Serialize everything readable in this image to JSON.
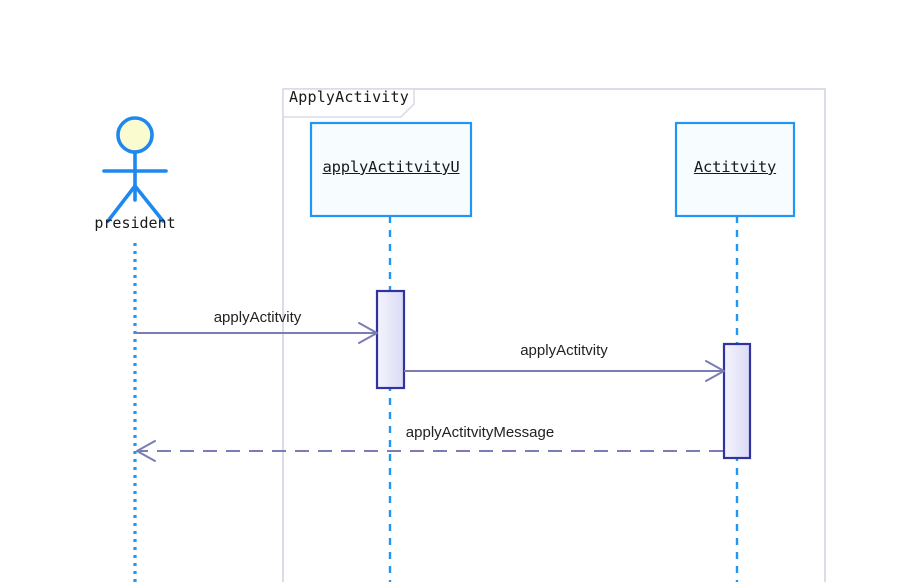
{
  "diagram": {
    "kind": "uml-sequence-diagram",
    "colors": {
      "frame_border": "#dcdce8",
      "lifeline_box_border": "#2196f3",
      "lifeline_box_fill": "#f7fcff",
      "lifeline_dash": "#2196f3",
      "actor_stroke": "#1e88f0",
      "actor_head_fill": "#fbfbd0",
      "activation_border": "#3333a0",
      "activation_fill_top": "#f2f2fc",
      "activation_fill_bottom": "#d6d6f5",
      "message_line": "#7b7bb5",
      "text": "#1a1a1a"
    },
    "fragment": {
      "label": "ApplyActivity"
    },
    "actor": {
      "name": "president",
      "icon": "actor-stick-figure"
    },
    "lifelines": [
      {
        "id": "ui",
        "name": "applyActitvityU"
      },
      {
        "id": "activity",
        "name": "Actitvity"
      }
    ],
    "messages": [
      {
        "id": "m1",
        "label": "applyActitvity",
        "from": "president",
        "to": "applyActitvityU",
        "style": "solid",
        "arrow": "open",
        "direction": "right"
      },
      {
        "id": "m2",
        "label": "applyActitvity",
        "from": "applyActitvityU",
        "to": "Actitvity",
        "style": "solid",
        "arrow": "open",
        "direction": "right"
      },
      {
        "id": "m3",
        "label": "applyActitvityMessage",
        "from": "Actitvity",
        "to": "president",
        "style": "dashed",
        "arrow": "open",
        "direction": "left"
      }
    ]
  }
}
